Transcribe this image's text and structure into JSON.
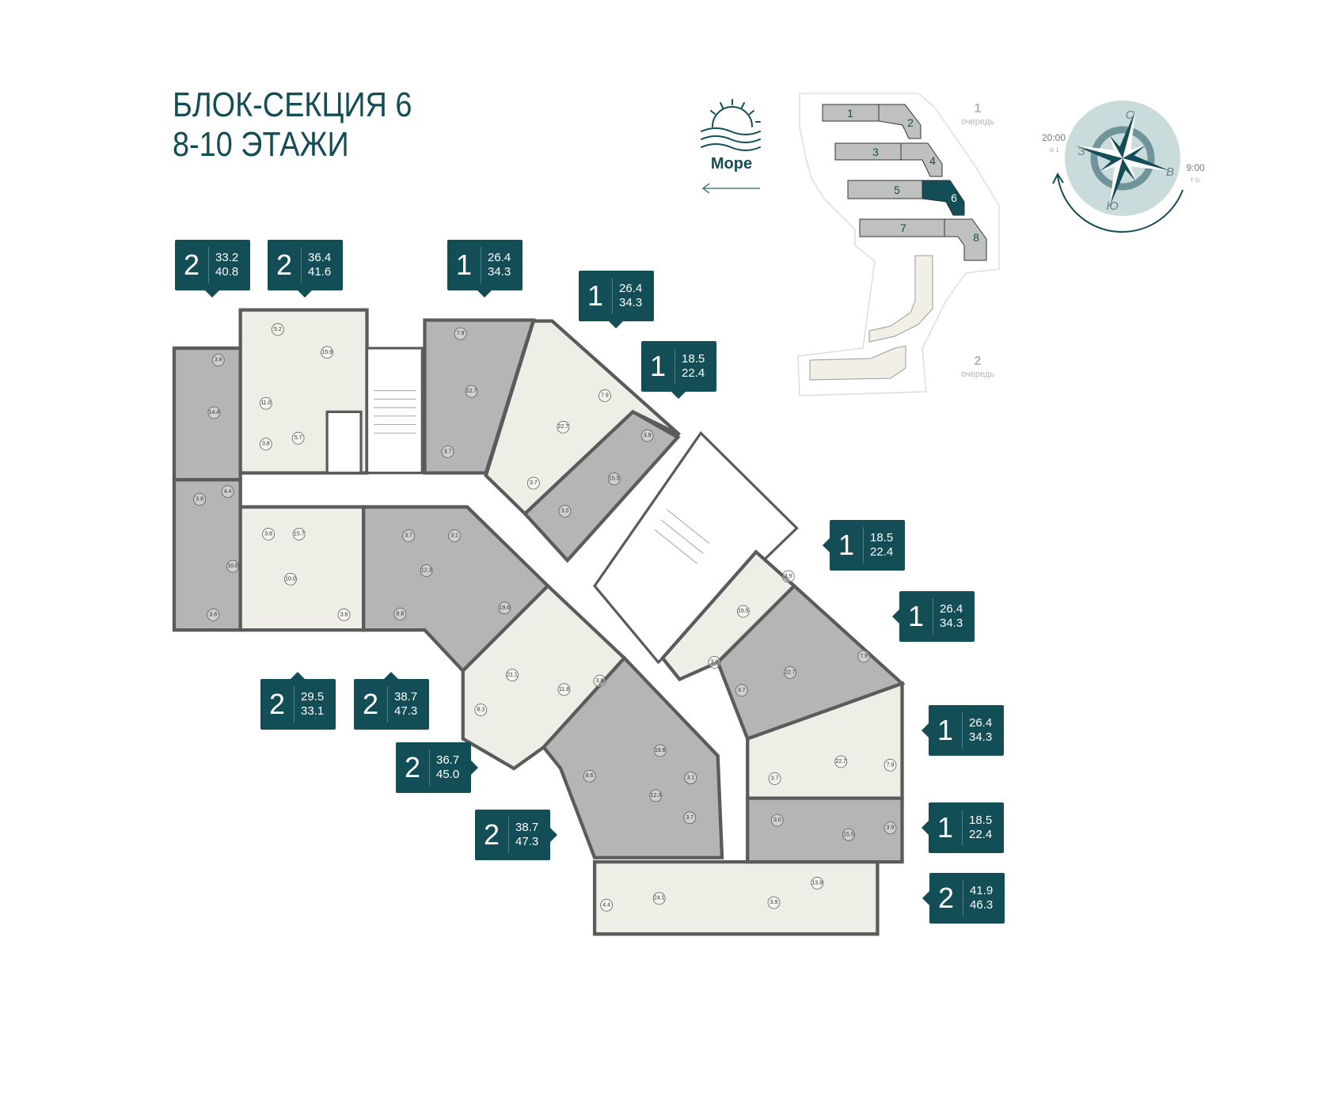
{
  "title": {
    "line1": "БЛОК-СЕКЦИЯ 6",
    "line2": "8-10 ЭТАЖИ"
  },
  "sea": {
    "label": "Море",
    "icon": "sea-sunrise-icon"
  },
  "site_plan": {
    "blocks": [
      "1",
      "2",
      "3",
      "4",
      "5",
      "6",
      "7",
      "8"
    ],
    "selected_block": "6",
    "stage1": {
      "num": "1",
      "label": "очередь"
    },
    "stage2": {
      "num": "2",
      "label": "очередь"
    }
  },
  "compass": {
    "north": "С",
    "west": "З",
    "east": "В",
    "south": "Ю",
    "sunset_time": "20:00",
    "sunrise_time": "9:00"
  },
  "colors": {
    "brand": "#134d55",
    "living_light": "#efeee6",
    "living_gray": "#b4b6b6",
    "selected_block": "#134d55"
  },
  "apartments": [
    {
      "rooms": "2",
      "living": "33.2",
      "total": "40.8"
    },
    {
      "rooms": "2",
      "living": "36.4",
      "total": "41.6"
    },
    {
      "rooms": "1",
      "living": "26.4",
      "total": "34.3"
    },
    {
      "rooms": "1",
      "living": "26.4",
      "total": "34.3"
    },
    {
      "rooms": "1",
      "living": "18.5",
      "total": "22.4"
    },
    {
      "rooms": "1",
      "living": "18.5",
      "total": "22.4"
    },
    {
      "rooms": "1",
      "living": "26.4",
      "total": "34.3"
    },
    {
      "rooms": "1",
      "living": "26.4",
      "total": "34.3"
    },
    {
      "rooms": "1",
      "living": "18.5",
      "total": "22.4"
    },
    {
      "rooms": "2",
      "living": "41.9",
      "total": "46.3"
    },
    {
      "rooms": "2",
      "living": "29.5",
      "total": "33.1"
    },
    {
      "rooms": "2",
      "living": "38.7",
      "total": "47.3"
    },
    {
      "rooms": "2",
      "living": "36.7",
      "total": "45.0"
    },
    {
      "rooms": "2",
      "living": "38.7",
      "total": "47.3"
    }
  ],
  "plan": {
    "rooms": [
      "5.2",
      "15.9",
      "3.8",
      "11.0",
      "14.4",
      "3.8",
      "5.7",
      "7.9",
      "22.7",
      "3.7",
      "7.9",
      "22.7",
      "3.9",
      "3.7",
      "3.0",
      "15.5",
      "3.8",
      "4.4",
      "3.8",
      "15.7",
      "3.7",
      "3.1",
      "10.6",
      "12.3",
      "10.0",
      "3.8",
      "3.6",
      "8.8",
      "19.6",
      "3.9",
      "15.5",
      "7.9",
      "22.7",
      "3.0",
      "3.7",
      "21.1",
      "11.8",
      "3.8",
      "8.3",
      "19.6",
      "8.6",
      "3.1",
      "12.3",
      "3.7",
      "22.7",
      "7.9",
      "3.7",
      "3.0",
      "15.5",
      "3.9",
      "24.1",
      "13.9",
      "3.9",
      "4.4"
    ]
  }
}
